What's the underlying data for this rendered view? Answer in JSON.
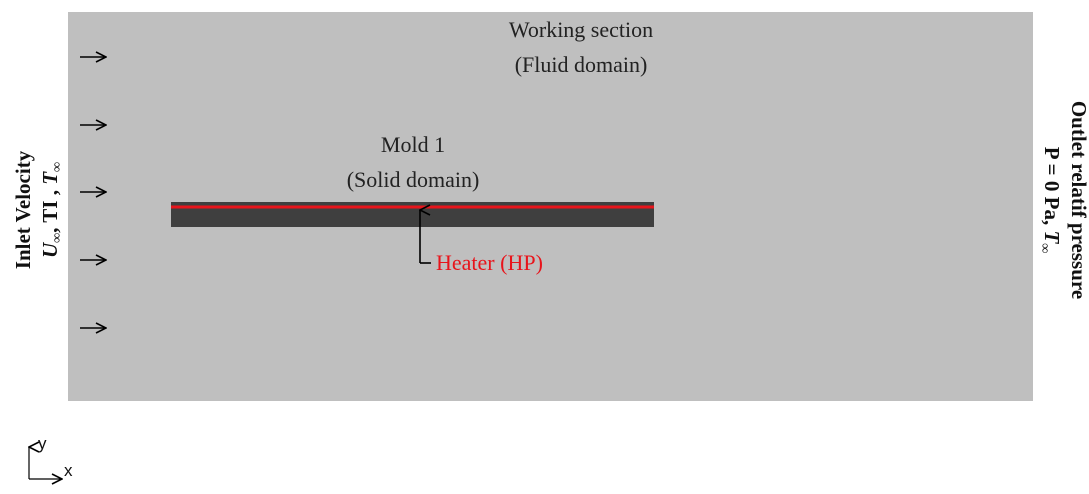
{
  "domain_title": {
    "line1": "Working section",
    "line2": "(Fluid domain)"
  },
  "mold": {
    "line1": "Mold 1",
    "line2": "(Solid domain)"
  },
  "heater": {
    "label": "Heater (HP)"
  },
  "inlet": {
    "line1": "Inlet Velocity",
    "line2_prefix_U": "U",
    "line2_sub_inf": "∞",
    "line2_middle": ", TI , ",
    "line2_T": "T",
    "line2_T_sub": "∞",
    "arrow_count": 5
  },
  "outlet": {
    "line1": "Outlet relatif pressure",
    "line2_prefix": "P = 0 Pa, ",
    "line2_T": "T",
    "line2_T_sub": "∞"
  },
  "axes": {
    "y_label": "y",
    "x_label": "x"
  },
  "colors": {
    "fluid_domain": "#bfbfbf",
    "solid_plate": "#3f3f3f",
    "heater_line": "#e8141b",
    "heater_text": "#e8141b",
    "text": "#222222"
  }
}
